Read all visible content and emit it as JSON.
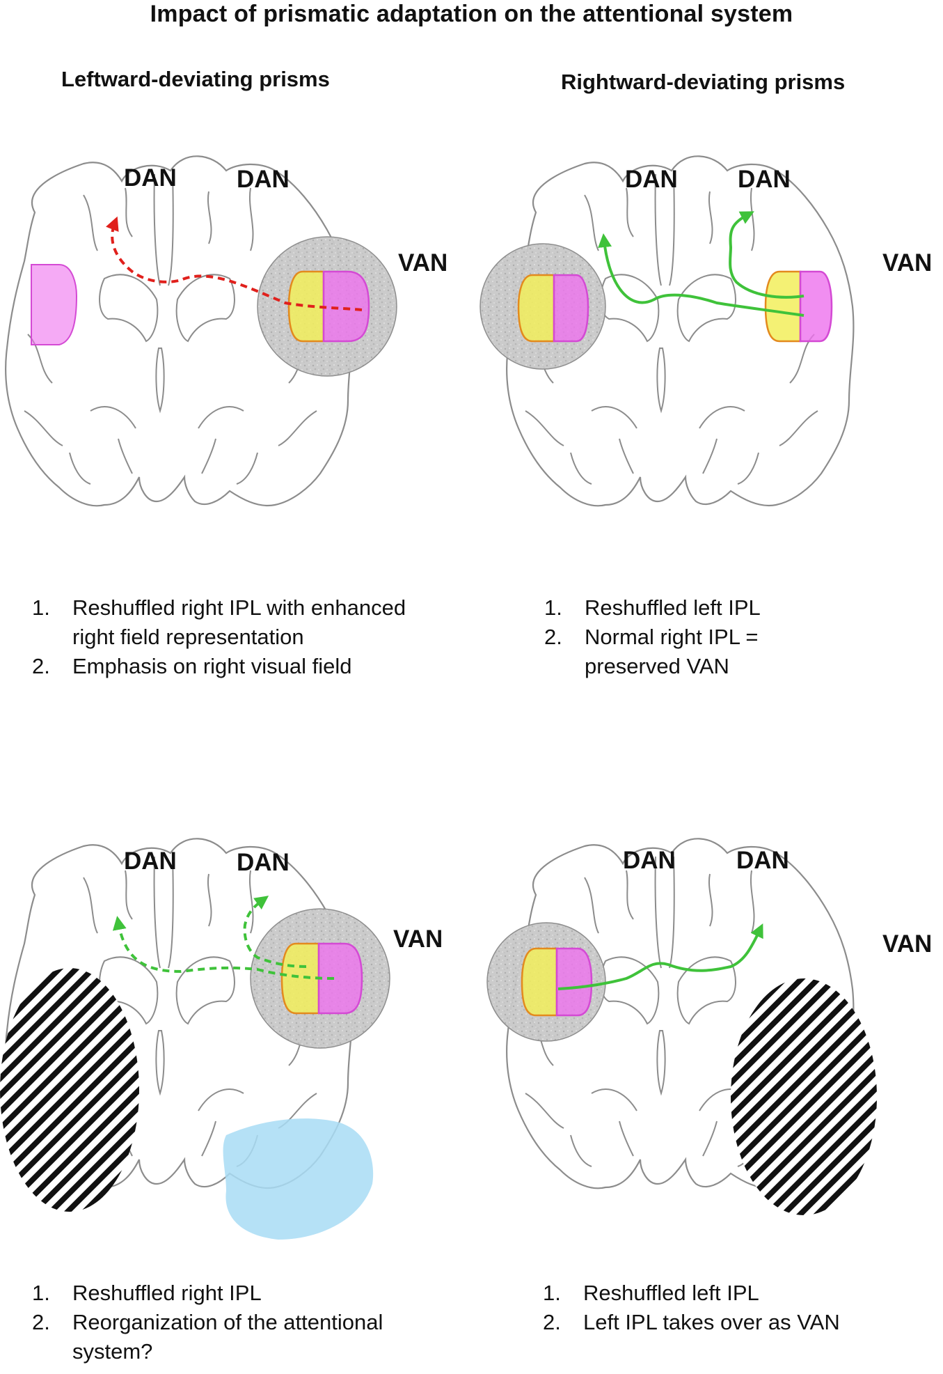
{
  "title": "Impact of prismatic adaptation on the attentional system",
  "columns": {
    "left": "Leftward-deviating prisms",
    "right": "Rightward-deviating prisms"
  },
  "colors": {
    "outline": "#8c8c8c",
    "circle": "#c4c4c4",
    "yellow": "#f2ee5c",
    "magenta": "#ee72ee",
    "orange_edge": "#e38a1e",
    "red_arrow": "#e0201c",
    "green_arrow": "#3fc23a",
    "lesion_blue": "#a8dcf4",
    "hatch": "#111111"
  },
  "panels": [
    {
      "labels": {
        "dan_left": "DAN",
        "dan_right": "DAN",
        "van": "VAN"
      },
      "notes": [
        {
          "num": "1.",
          "text": "Reshuffled right IPL with enhanced right field representation"
        },
        {
          "num": "2.",
          "text": "Emphasis on right visual field"
        }
      ]
    },
    {
      "labels": {
        "dan_left": "DAN",
        "dan_right": "DAN",
        "van": "VAN"
      },
      "notes": [
        {
          "num": "1.",
          "text": "Reshuffled left IPL"
        },
        {
          "num": "2.",
          "text": "Normal right IPL = preserved VAN"
        }
      ]
    },
    {
      "labels": {
        "dan_left": "DAN",
        "dan_right": "DAN",
        "van": "VAN"
      },
      "notes": [
        {
          "num": "1.",
          "text": "Reshuffled right IPL"
        },
        {
          "num": "2.",
          "text": "Reorganization of the attentional system?"
        }
      ]
    },
    {
      "labels": {
        "dan_left": "DAN",
        "dan_right": "DAN",
        "van": "VAN"
      },
      "notes": [
        {
          "num": "1.",
          "text": "Reshuffled left IPL"
        },
        {
          "num": "2.",
          "text": "Left IPL takes over as VAN"
        }
      ]
    }
  ]
}
